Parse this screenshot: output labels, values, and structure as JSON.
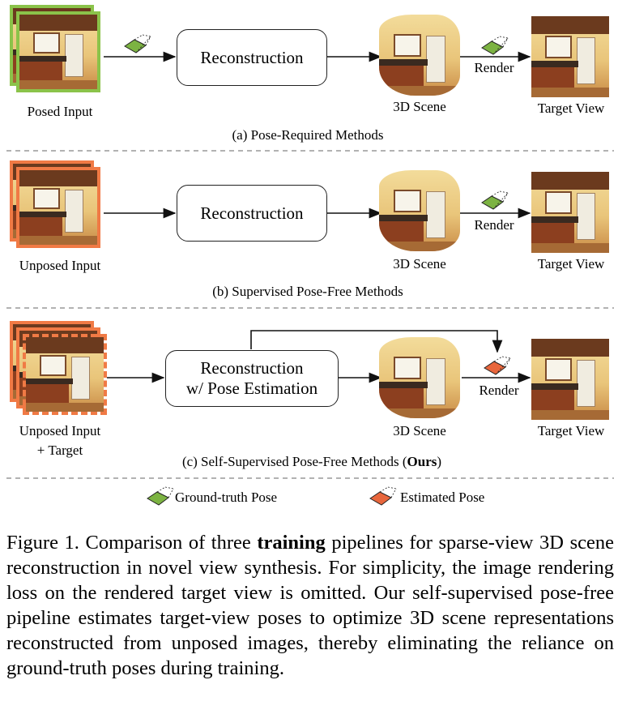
{
  "panels": [
    {
      "input_label": "Posed Input",
      "box_label": "Reconstruction",
      "scene_label": "3D Scene",
      "render_label": "Render",
      "target_label": "Target View",
      "subcaption": "(a) Pose-Required Methods"
    },
    {
      "input_label": "Unposed Input",
      "box_label": "Reconstruction",
      "scene_label": "3D Scene",
      "render_label": "Render",
      "target_label": "Target View",
      "subcaption": "(b) Supervised Pose-Free Methods"
    },
    {
      "input_label_1": "Unposed Input",
      "input_label_2": "+ Target",
      "box_label_1": "Reconstruction",
      "box_label_2": "w/ Pose Estimation",
      "scene_label": "3D Scene",
      "render_label": "Render",
      "target_label": "Target View",
      "subcaption_prefix": "(c) Self-Supervised Pose-Free Methods (",
      "subcaption_bold": "Ours",
      "subcaption_suffix": ")"
    }
  ],
  "legend": {
    "gt_label": "Ground-truth Pose",
    "est_label": "Estimated Pose"
  },
  "caption": {
    "prefix": "Figure 1. Comparison of three ",
    "bold": "training",
    "suffix": " pipelines for sparse-view 3D scene reconstruction in novel view synthesis. For simplicity, the image rendering loss on the rendered target view is omitted. Our self-supervised pose-free pipeline estimates target-view poses to optimize 3D scene representations reconstructed from unposed images, thereby eliminating the reliance on ground-truth poses during training."
  },
  "colors": {
    "ground_truth_pose": "#7cb342",
    "estimated_pose": "#e8663c",
    "posed_border": "#8bc34a",
    "unposed_border": "#f07a45"
  }
}
